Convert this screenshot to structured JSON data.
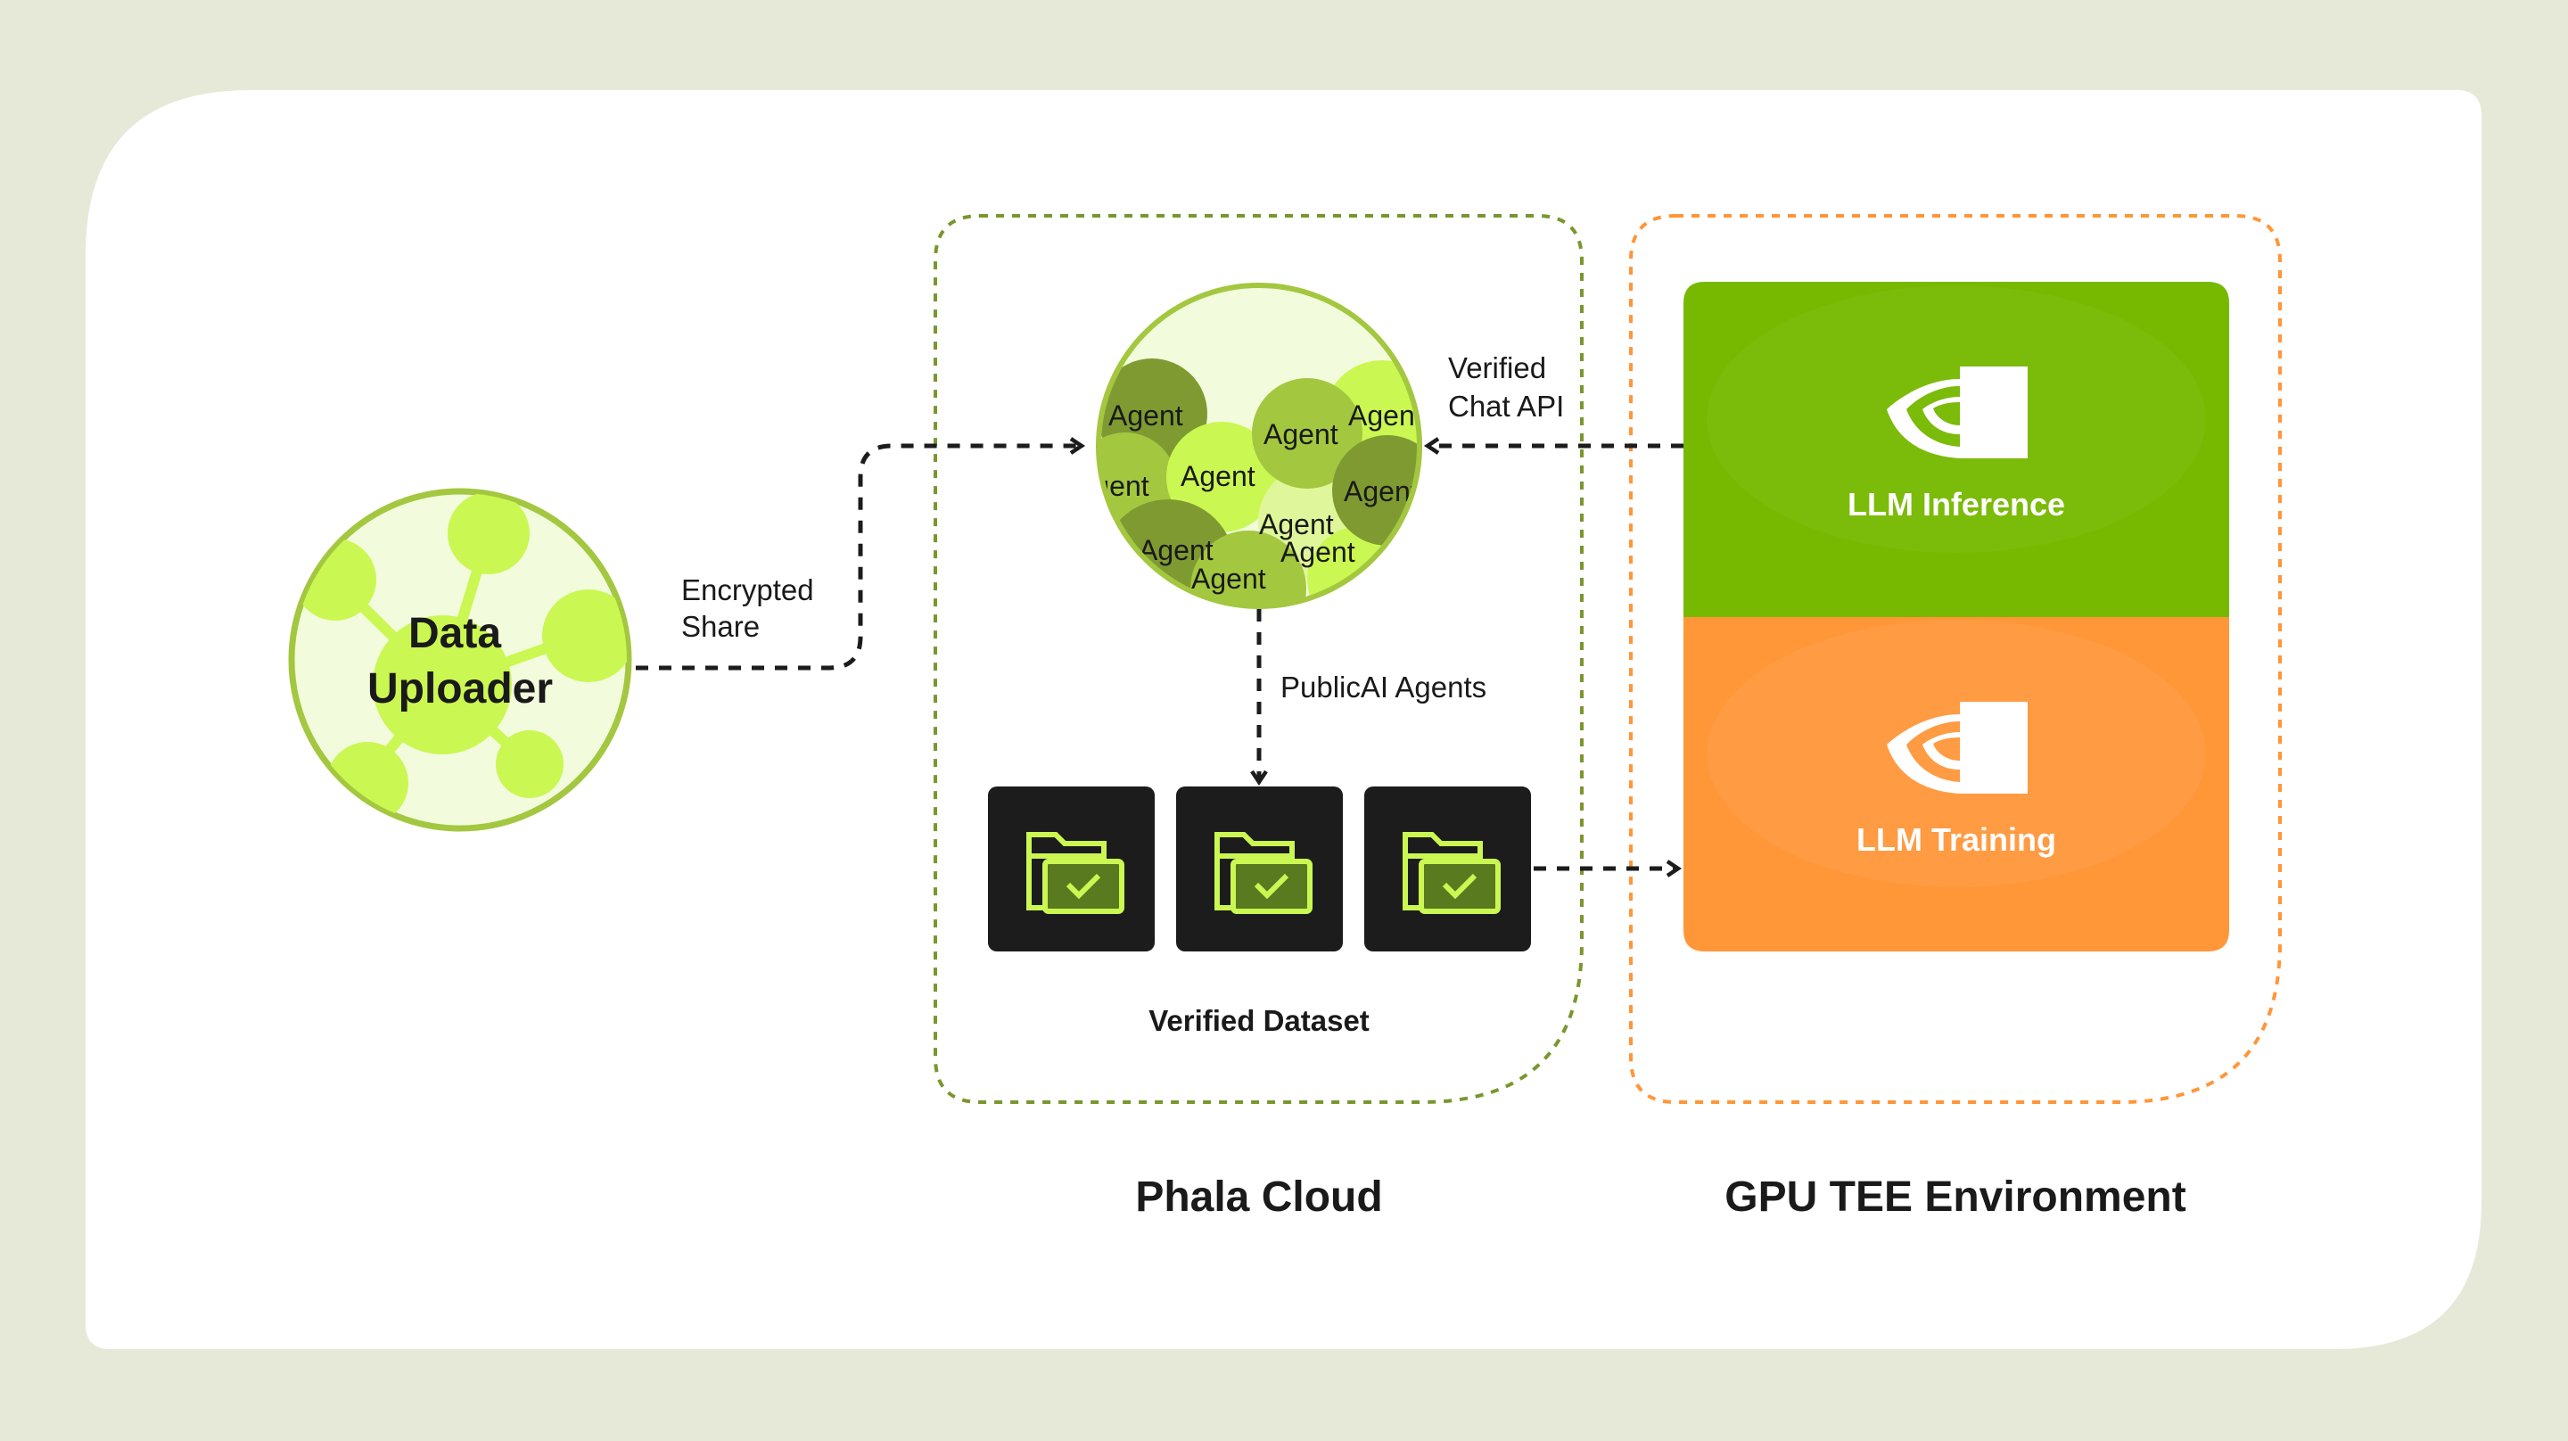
{
  "colors": {
    "background": "#e6e9d7",
    "panel": "#ffffff",
    "lime": "#cbf752",
    "lime_stroke": "#a3c73f",
    "nvidia_green": "#76b900",
    "orange": "#ff9638",
    "dark": "#1c1c1c"
  },
  "uploader": {
    "line1": "Data",
    "line2": "Uploader"
  },
  "edges": {
    "encrypted_share": {
      "line1": "Encrypted",
      "line2": "Share"
    },
    "verified_chat_api": {
      "line1": "Verified",
      "line2": "Chat API"
    },
    "publicai_agents": "PublicAI Agents"
  },
  "agents": {
    "label": "Agent"
  },
  "phala": {
    "dataset_label": "Verified Dataset",
    "title": "Phala Cloud",
    "folder_icon": "folder-check-icon"
  },
  "gpu": {
    "title": "GPU TEE Environment",
    "inference_label": "LLM Inference",
    "training_label": "LLM Training",
    "logo_icon": "nvidia-eye-logo"
  }
}
